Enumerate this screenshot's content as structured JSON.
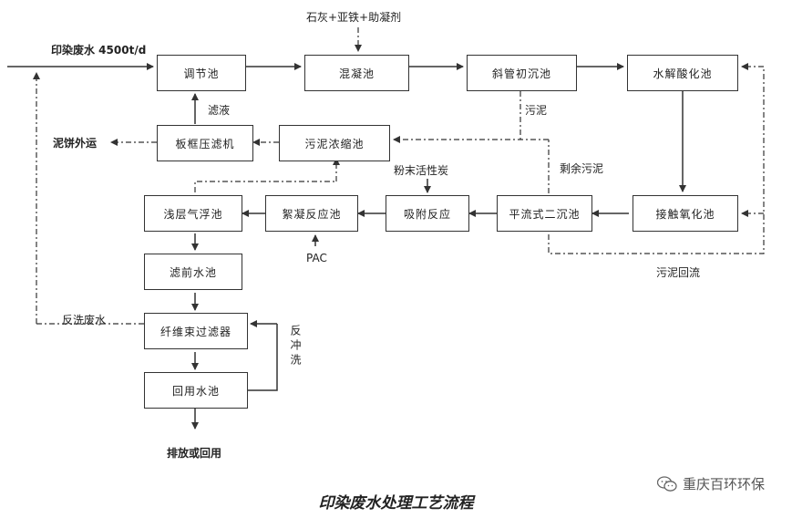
{
  "top_input": "石灰+亚铁+助凝剂",
  "influent": "印染废水 4500t/d",
  "boxes": {
    "regulating": "调节池",
    "coagulation": "混凝池",
    "inclined_settler": "斜管初沉池",
    "hydrolysis": "水解酸化池",
    "contact_oxidation": "接触氧化池",
    "advection_settler": "平流式二沉池",
    "adsorption": "吸附反应",
    "flocculation": "絮凝反应池",
    "shallow_flotation": "浅层气浮池",
    "pre_filter": "滤前水池",
    "fiber_filter": "纤维束过滤器",
    "reuse_pool": "回用水池",
    "filter_press": "板框压滤机",
    "sludge_thickener": "污泥浓缩池"
  },
  "labels": {
    "filtrate": "滤液",
    "cake_out": "泥饼外运",
    "sludge": "污泥",
    "powder_carbon": "粉末活性炭",
    "excess_sludge": "剩余污泥",
    "sludge_return": "污泥回流",
    "pac": "PAC",
    "backwash_waste": "反洗废水",
    "backwash": "反冲洗",
    "discharge": "排放或回用"
  },
  "caption": "印染废水处理工艺流程",
  "watermark": "重庆百环环保",
  "colors": {
    "line": "#333333",
    "text": "#222222"
  }
}
